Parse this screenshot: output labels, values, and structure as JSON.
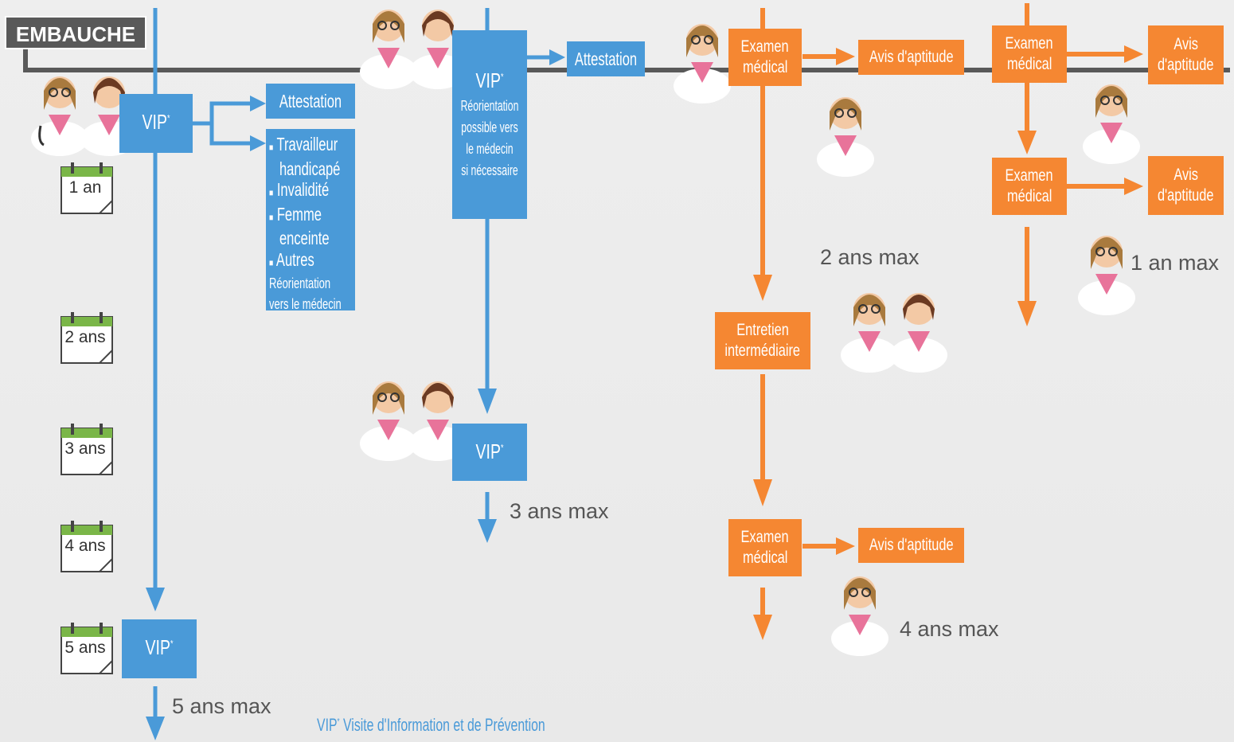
{
  "header": {
    "embauche": "EMBAUCHE"
  },
  "calendars": [
    "1 an",
    "2 ans",
    "3 ans",
    "4 ans",
    "5 ans"
  ],
  "vip": {
    "label": "VIP",
    "star": "*"
  },
  "left_column": {
    "attestation": "Attestation",
    "list": [
      {
        "bullet": "■",
        "text": "Travailleur"
      },
      {
        "bullet": "",
        "text": "handicapé"
      },
      {
        "bullet": "■",
        "text": "Invalidité"
      },
      {
        "bullet": "■",
        "text": "Femme"
      },
      {
        "bullet": "",
        "text": "enceinte"
      },
      {
        "bullet": "■",
        "text": "Autres"
      }
    ],
    "reorientation": [
      "Réorientation",
      "vers le médecin"
    ],
    "max": "5 ans max"
  },
  "middle_column": {
    "vip_note": [
      "Réorientation",
      "possible vers",
      "le médecin",
      "si nécessaire"
    ],
    "attestation": "Attestation",
    "max": "3 ans max"
  },
  "orange": {
    "examen": [
      "Examen",
      "médical"
    ],
    "avis": "Avis d'aptitude",
    "avis_split": [
      "Avis",
      "d'aptitude"
    ],
    "entretien": [
      "Entretien",
      "intermédiaire"
    ],
    "max_2": "2 ans max",
    "max_4": "4 ans max",
    "max_1": "1 an max"
  },
  "footnote": {
    "vip": "VIP",
    "star": "*",
    "text": " Visite d'Information et de Prévention"
  },
  "colors": {
    "blue": "#4a9ad8",
    "orange": "#f58732",
    "grey": "#595959",
    "calendar_green": "#7ab648"
  }
}
